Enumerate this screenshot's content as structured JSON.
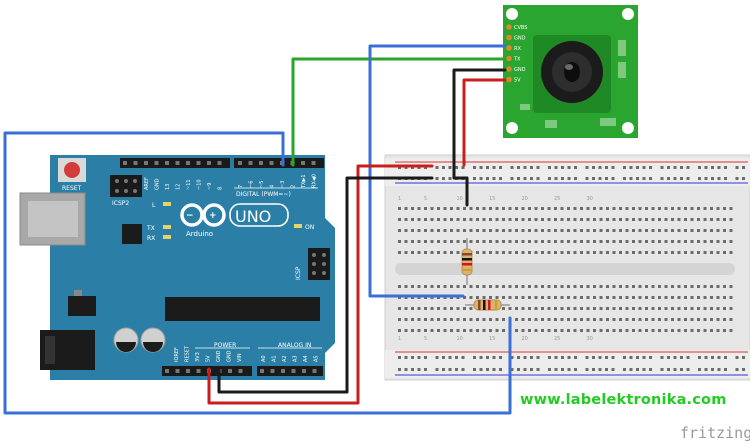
{
  "arduino": {
    "reset_label": "RESET",
    "icsp2_label": "ICSP2",
    "icsp_label": "ICSP",
    "aref_label": "AREF",
    "gnd_label": "GND",
    "digital_pins_top": [
      "13",
      "12",
      "~11",
      "~10",
      "~9",
      "8"
    ],
    "digital_pins_right": [
      "7",
      "~6",
      "~5",
      "4",
      "~3",
      "2",
      "TX▶1",
      "RX◀0"
    ],
    "digital_label": "DIGITAL (PWM=~)",
    "l_label": "L",
    "tx_label": "TX",
    "rx_label": "RX",
    "on_label": "ON",
    "uno_label": "UNO",
    "brand_label": "Arduino",
    "power_pins": [
      "IOREF",
      "RESET",
      "3V3",
      "5V",
      "GND",
      "GND",
      "VIN"
    ],
    "power_label": "POWER",
    "analog_pins": [
      "A0",
      "A1",
      "A2",
      "A3",
      "A4",
      "A5"
    ],
    "analog_label": "ANALOG IN",
    "board_color": "#2b7fa6"
  },
  "camera": {
    "pins": [
      "CVBS",
      "GND",
      "RX",
      "TX",
      "GND",
      "5V"
    ],
    "board_color": "#29a22d"
  },
  "breadboard": {
    "column_numbers": [
      "1",
      "5",
      "10",
      "15",
      "20",
      "25",
      "30"
    ],
    "body_color": "#e8e8e8"
  },
  "wires": {
    "blue": "#3a6fd8",
    "green": "#2aa52a",
    "red": "#c81e1e",
    "black": "#1a1a1a"
  },
  "footer": {
    "website": "www.labelektronika.com",
    "logo": "fritzing"
  }
}
